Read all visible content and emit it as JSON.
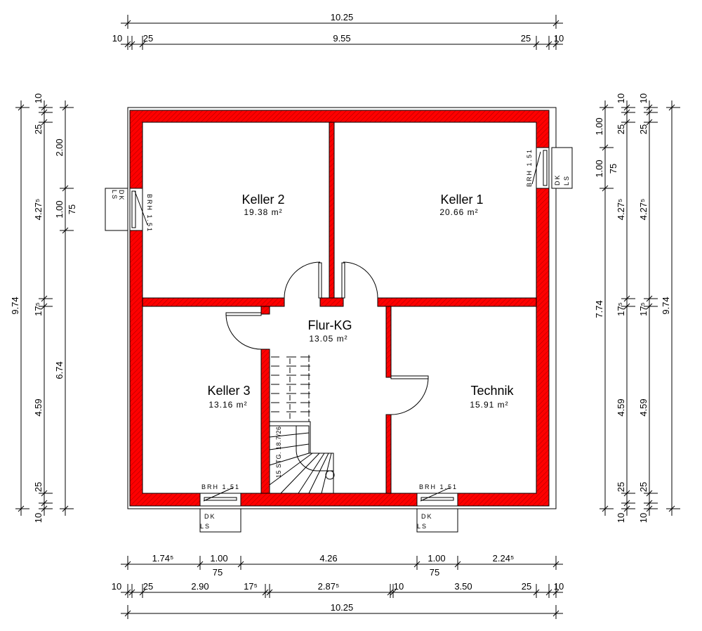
{
  "rooms": [
    {
      "name": "Keller 2",
      "area": "19.38 m²"
    },
    {
      "name": "Keller 1",
      "area": "20.66 m²"
    },
    {
      "name": "Flur-KG",
      "area": "13.05 m²"
    },
    {
      "name": "Keller 3",
      "area": "13.16 m²"
    },
    {
      "name": "Technik",
      "area": "15.91 m²"
    }
  ],
  "windows": {
    "sill_label": "BRH 1.51",
    "label_ls": "LS",
    "label_dk": "DK"
  },
  "stair_label": "15 STG. 18.7/26",
  "colors": {
    "wall": "#ff0000",
    "line": "#000000"
  },
  "dimensions": {
    "top": {
      "overall": "10.25",
      "chain": [
        "10",
        "25",
        "9.55",
        "25",
        "10"
      ]
    },
    "left": {
      "overall": "9.74",
      "chain": [
        "10",
        "25",
        "4.27⁵",
        "17⁵",
        "4.59",
        "25",
        "10"
      ],
      "openings": [
        "2.00",
        "1.00",
        "75",
        "6.74"
      ]
    },
    "right": {
      "openings": [
        "1.00",
        "1.00",
        "75",
        "7.74"
      ],
      "chain_a": [
        "10",
        "25",
        "4.27⁵",
        "17⁵",
        "4.59",
        "25",
        "10"
      ],
      "chain_b": [
        "10",
        "25",
        "4.27⁵",
        "17⁵",
        "4.59",
        "25",
        "10"
      ],
      "overall": "9.74"
    },
    "bottom": {
      "openings": [
        "1.74⁵",
        "1.00",
        "75",
        "4.26",
        "1.00",
        "75",
        "2.24⁵"
      ],
      "chain": [
        "10",
        "25",
        "2.90",
        "17⁵",
        "2.87⁵",
        "10",
        "3.50",
        "25",
        "10"
      ],
      "overall": "10.25"
    }
  }
}
